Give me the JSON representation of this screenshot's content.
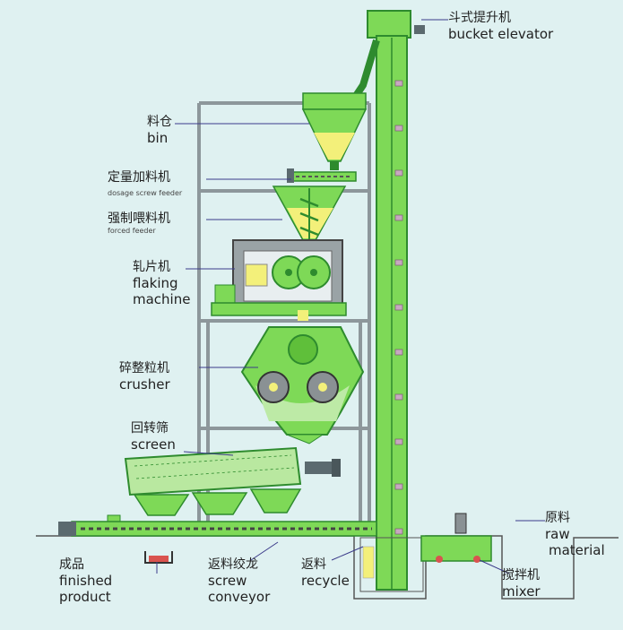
{
  "labels": {
    "bucket_elevator": {
      "cn": "斗式提升机",
      "en": "bucket elevator"
    },
    "bin": {
      "cn": "料仓",
      "en": "bin"
    },
    "dosage_feeder": {
      "cn": "定量加料机",
      "en": "dosage screw feeder"
    },
    "forced_feeder": {
      "cn": "强制喂料机",
      "en": "forced feeder"
    },
    "flaking_machine": {
      "cn": "轧片机",
      "en1": "flaking",
      "en2": "machine"
    },
    "crusher": {
      "cn": "碎整粒机",
      "en": "crusher"
    },
    "screen": {
      "cn": "回转筛",
      "en": "screen"
    },
    "finished_product": {
      "cn": "成品",
      "en1": "finished",
      "en2": "product"
    },
    "screw_conveyor": {
      "cn": "返料绞龙",
      "en1": "screw",
      "en2": "conveyor"
    },
    "recycle": {
      "cn": "返料",
      "en": "recycle"
    },
    "mixer": {
      "cn": "搅拌机",
      "en": "mixer"
    },
    "raw_material": {
      "cn": "原料",
      "en1": "raw",
      "en2": "material"
    }
  },
  "colors": {
    "background": "#dff1f1",
    "machine_green": "#7ed957",
    "dark_green": "#2e8b2e",
    "frame_gray": "#9aa3a6",
    "material_yellow": "#f3f07a"
  }
}
